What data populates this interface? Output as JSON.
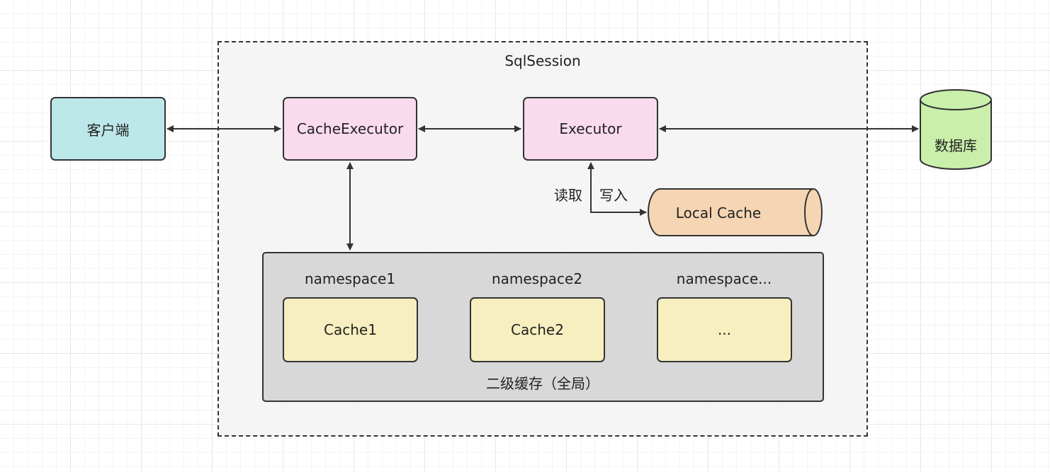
{
  "diagram": {
    "session_label": "SqlSession",
    "client": "客户端",
    "cache_executor": "CacheExecutor",
    "executor": "Executor",
    "database": "数据库",
    "local_cache": "Local Cache",
    "read_label": "读取",
    "write_label": "写入",
    "global_cache_label": "二级缓存（全局）",
    "namespaces": [
      {
        "name": "namespace1",
        "cache": "Cache1"
      },
      {
        "name": "namespace2",
        "cache": "Cache2"
      },
      {
        "name": "namespace...",
        "cache": "..."
      }
    ]
  },
  "colors": {
    "client_fill": "#bde8ea",
    "executor_fill": "#fadbee",
    "database_fill": "#c9efaa",
    "local_cache_fill": "#f5d5b3",
    "namespace_cache_fill": "#f7efbf",
    "global_cache_fill": "#d8d8d8",
    "session_fill": "#f4f4f4",
    "stroke": "#333333"
  }
}
